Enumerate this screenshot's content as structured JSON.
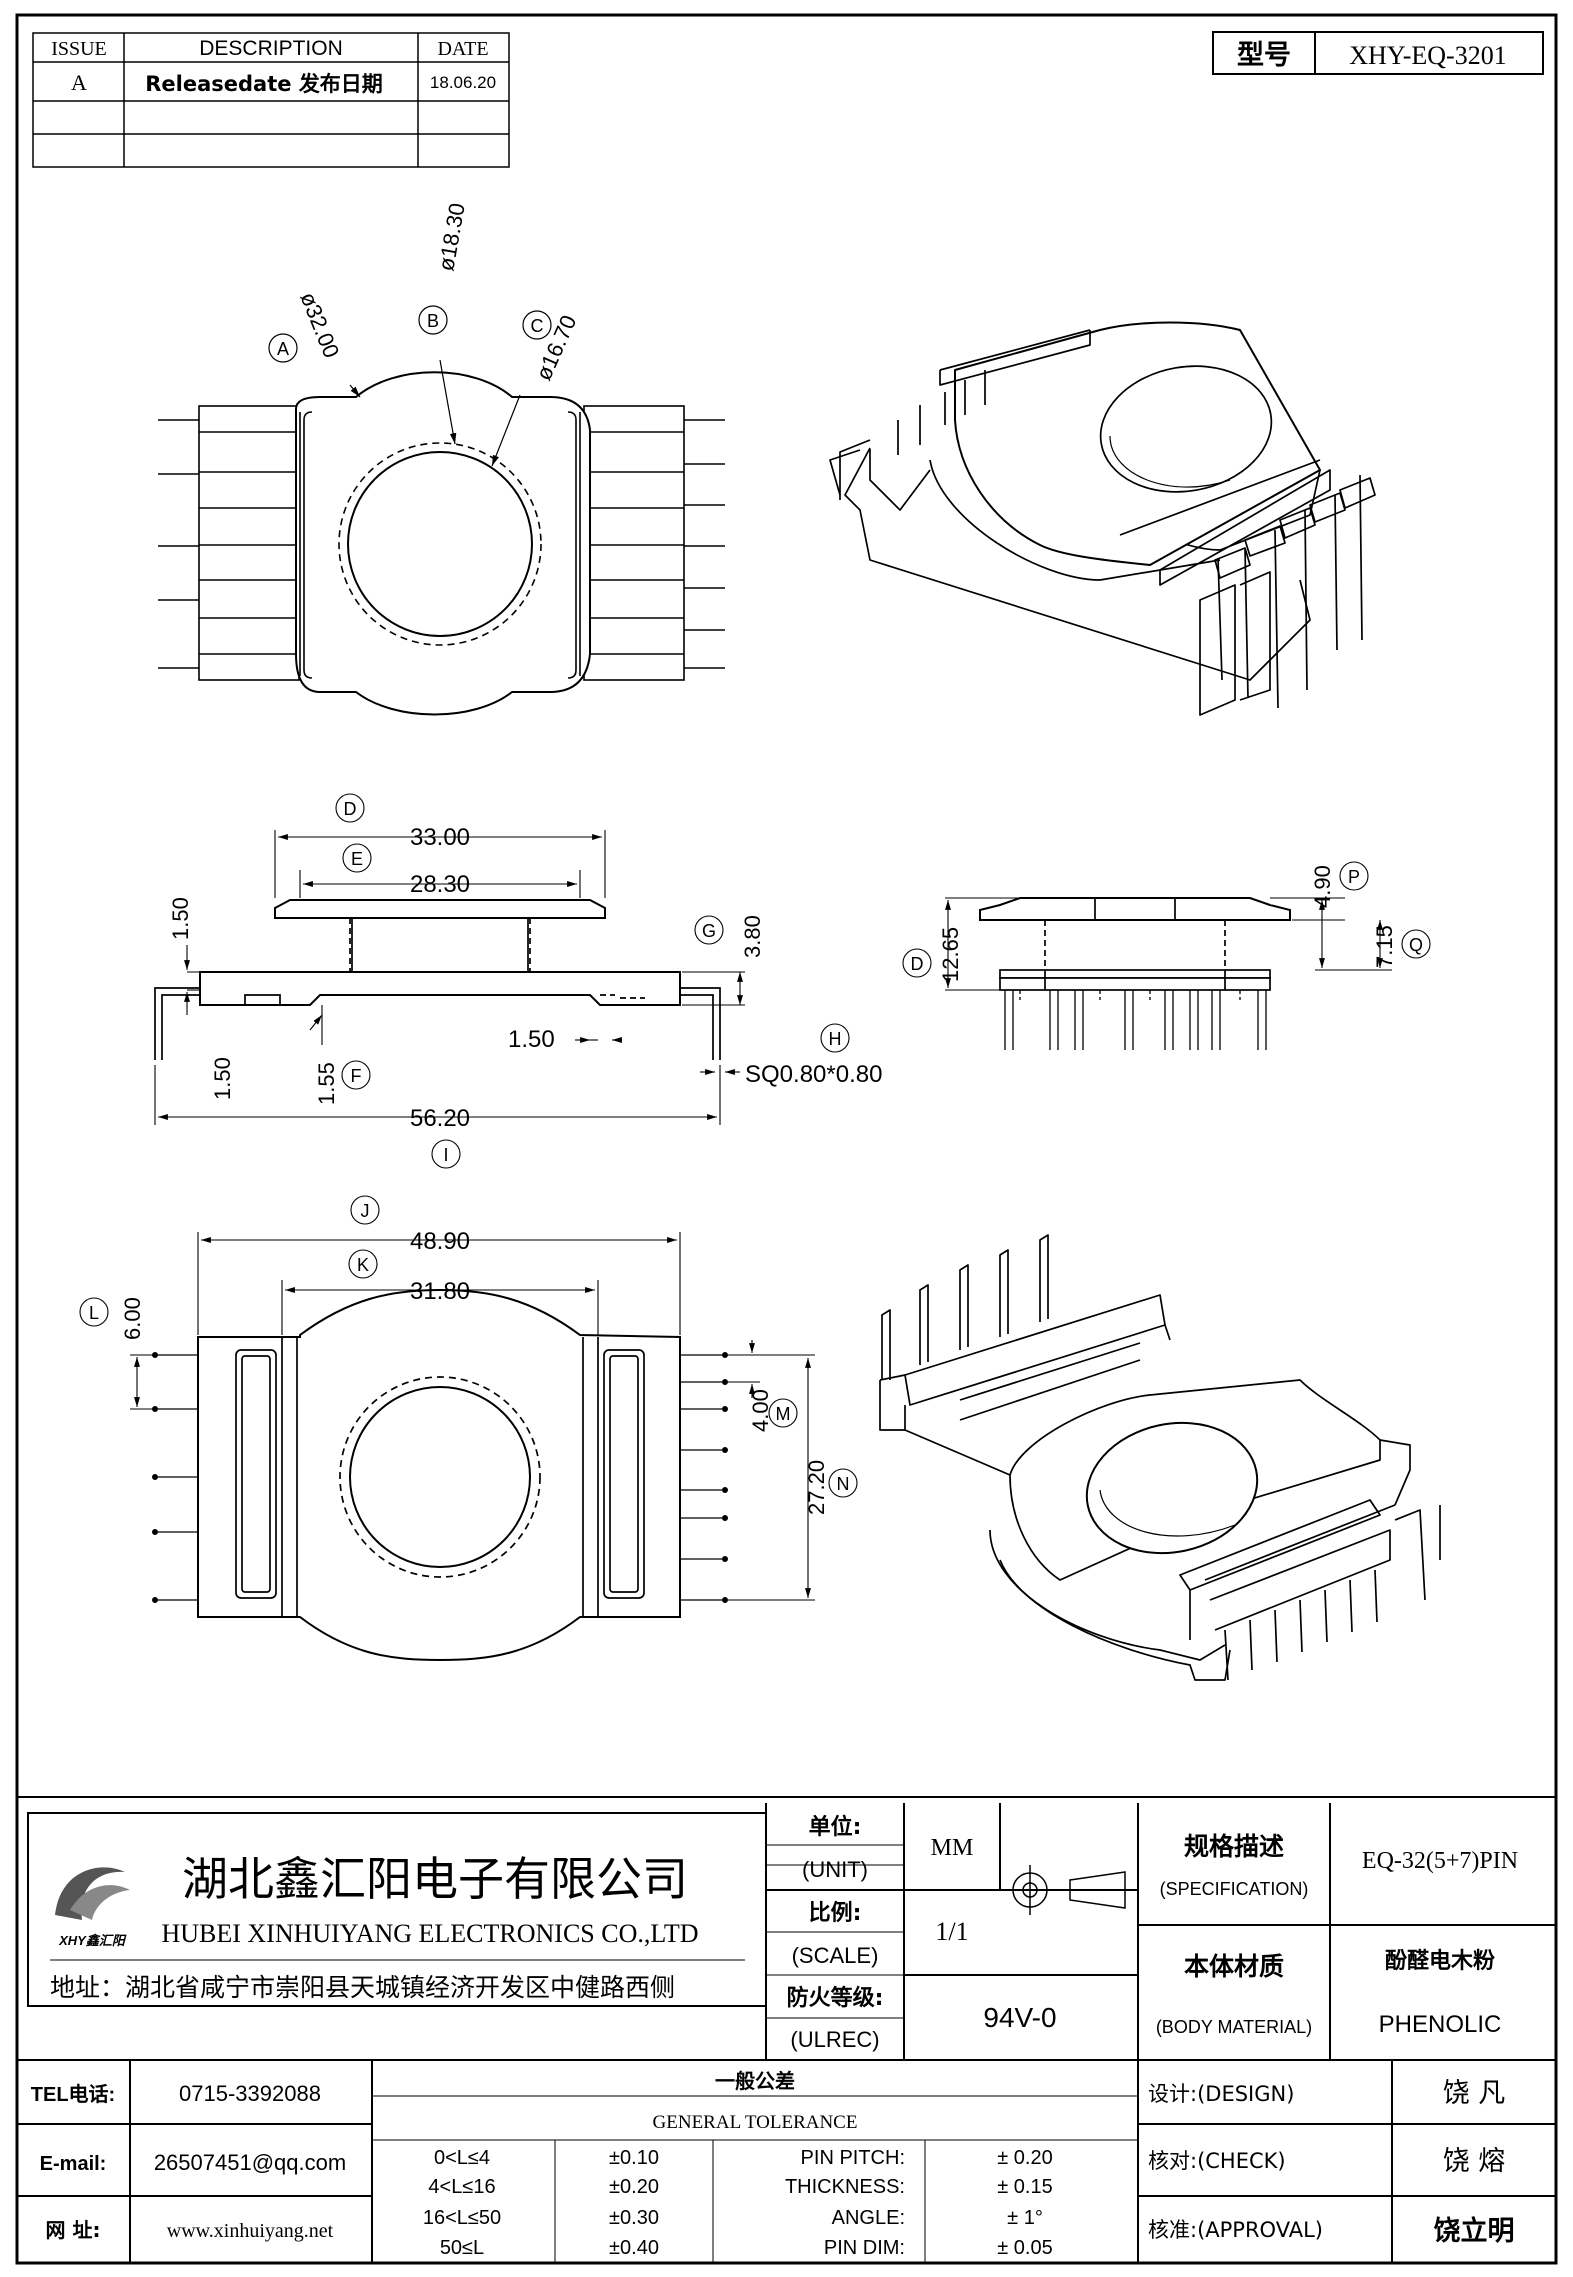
{
  "revision_block": {
    "headers": {
      "issue": "ISSUE",
      "description": "DESCRIPTION",
      "date": "DATE"
    },
    "rows": [
      {
        "issue": "A",
        "description": "Releasedate 发布日期",
        "date": "18.06.20"
      }
    ]
  },
  "model": {
    "label": "型号",
    "value": "XHY-EQ-3201"
  },
  "dimensions": {
    "A": {
      "callout": "A",
      "value": "ø32.00"
    },
    "B": {
      "callout": "B",
      "value": "ø18.30"
    },
    "C": {
      "callout": "C",
      "value": "ø16.70"
    },
    "D": {
      "callout": "D",
      "value": "33.00"
    },
    "E": {
      "callout": "E",
      "value": "28.30"
    },
    "F": {
      "callout": "F",
      "value": "1.55"
    },
    "G": {
      "callout": "G",
      "value": "3.80"
    },
    "H": {
      "callout": "H",
      "value": "SQ0.80*0.80"
    },
    "I": {
      "callout": "I",
      "value": "56.20"
    },
    "J": {
      "callout": "J",
      "value": "48.90"
    },
    "K": {
      "callout": "K",
      "value": "31.80"
    },
    "L": {
      "callout": "L",
      "value": "6.00"
    },
    "M": {
      "callout": "M",
      "value": "4.00"
    },
    "N": {
      "callout": "N",
      "value": "27.20"
    },
    "P": {
      "callout": "P",
      "value": "4.90"
    },
    "Q": {
      "callout": "Q",
      "value": "7.15"
    },
    "D2": {
      "callout": "D",
      "value": "12.65"
    },
    "flange_1": "1.50",
    "flange_2": "1.50",
    "flange_3": "1.50"
  },
  "title_block": {
    "company_cn": "湖北鑫汇阳电子有限公司",
    "company_en": "HUBEI XINHUIYANG ELECTRONICS CO.,LTD",
    "address": "地址：湖北省咸宁市崇阳县天城镇经济开发区中健路西侧",
    "logo_text": "XHY鑫汇阳",
    "unit_cn": "单位:",
    "unit_en": "(UNIT)",
    "unit_value": "MM",
    "scale_cn": "比例:",
    "scale_en": "(SCALE)",
    "scale_value": "1/1",
    "fire_cn": "防火等级:",
    "fire_en": "(ULREC)",
    "fire_value": "94V-0",
    "spec_cn": "规格描述",
    "spec_en": "(SPECIFICATION)",
    "spec_value": "EQ-32(5+7)PIN",
    "material_cn": "本体材质",
    "material_en": "(BODY MATERIAL)",
    "material_value_cn": "酚醛电木粉",
    "material_value_en": "PHENOLIC"
  },
  "contact": {
    "tel_label": "TEL电话:",
    "tel": "0715-3392088",
    "email_label": "E-mail:",
    "email": "26507451@qq.com",
    "web_label": "网  址:",
    "web": "www.xinhuiyang.net"
  },
  "tolerance": {
    "title_cn": "一般公差",
    "title_en": "GENERAL TOLERANCE",
    "ranges": [
      {
        "range": "0<L≤4",
        "tol": "±0.10"
      },
      {
        "range": "4<L≤16",
        "tol": "±0.20"
      },
      {
        "range": "16<L≤50",
        "tol": "±0.30"
      },
      {
        "range": "50≤L",
        "tol": "±0.40"
      }
    ],
    "items": [
      {
        "name": "PIN PITCH:",
        "tol": "± 0.20"
      },
      {
        "name": "THICKNESS:",
        "tol": "± 0.15"
      },
      {
        "name": "ANGLE:",
        "tol": "± 1°"
      },
      {
        "name": "PIN DIM:",
        "tol": "± 0.05"
      }
    ]
  },
  "approvals": {
    "design_label": "设计:(DESIGN)",
    "design_name": "饶  凡",
    "check_label": "核对:(CHECK)",
    "check_name": "饶  熔",
    "approval_label": "核准:(APPROVAL)",
    "approval_name": "饶立明"
  }
}
